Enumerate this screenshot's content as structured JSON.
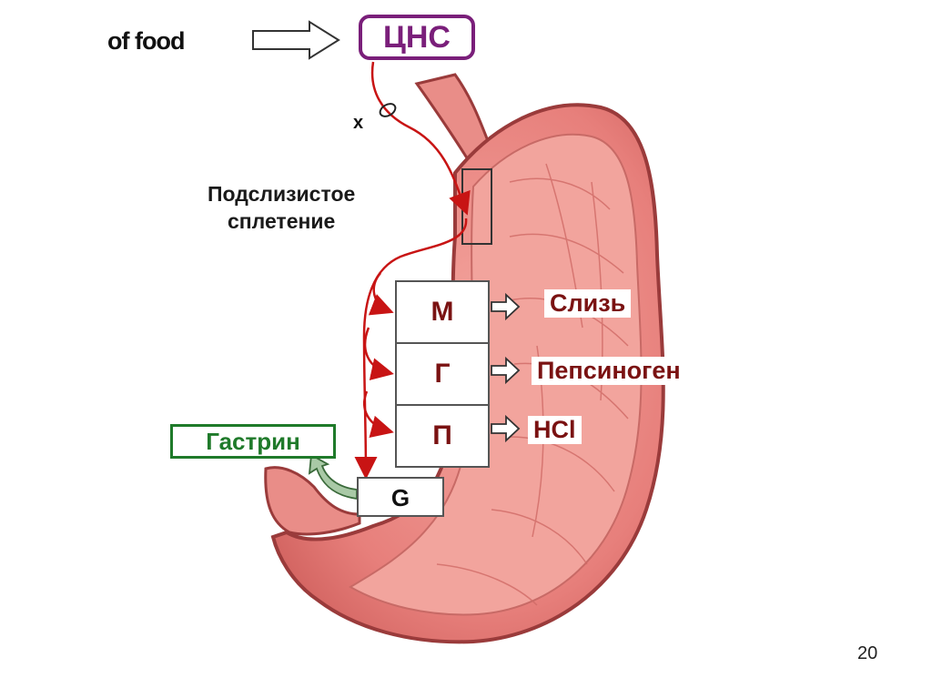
{
  "labels": {
    "food": "of food",
    "cns": "ЦНС",
    "x_mark": "x",
    "plexus_line1": "Подслизистое",
    "plexus_line2": "сплетение",
    "gastrin": "Гастрин"
  },
  "cells": {
    "m": "М",
    "g": "Г",
    "p": "П",
    "g_cell": "G"
  },
  "products": {
    "mucus": "Слизь",
    "pepsinogen": "Пепсиноген",
    "hcl": "HCl"
  },
  "page_number": "20",
  "colors": {
    "stomach_fill": "#e57a78",
    "stomach_inner": "#f4a7a0",
    "stomach_edge": "#9a3b3b",
    "nerve": "#c81414",
    "cns": "#7a1f7a",
    "gastrin": "#1f7a2a",
    "product_text": "#7a1212"
  }
}
